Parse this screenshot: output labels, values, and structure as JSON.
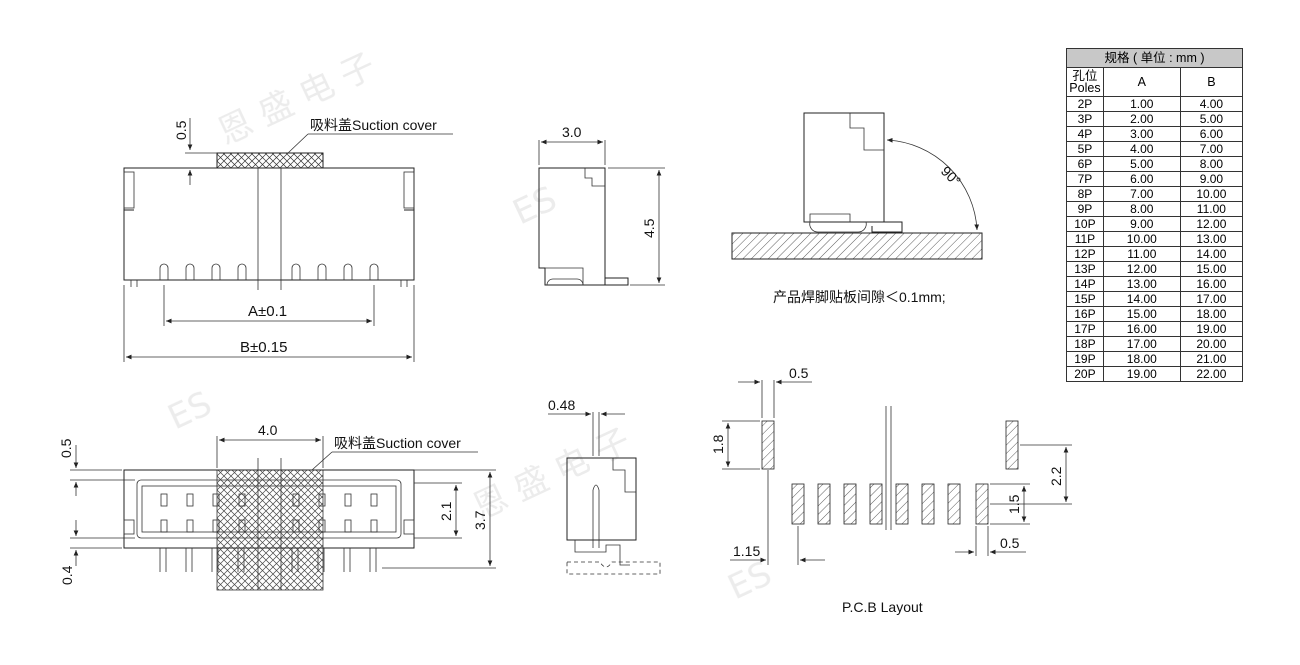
{
  "top_view": {
    "dim_cover_thickness": "0.5",
    "suction_cover_label": "吸料盖Suction cover",
    "dim_a": "A±0.1",
    "dim_b": "B±0.15"
  },
  "side_view": {
    "dim_width": "3.0",
    "dim_height": "4.5"
  },
  "angle_view": {
    "angle_label": "90°",
    "note": "产品焊脚贴板间隙＜0.1mm;"
  },
  "bottom_view": {
    "dim_top": "0.5",
    "dim_pitch_span": "4.0",
    "suction_cover_label": "吸料盖Suction cover",
    "dim_row": "2.1",
    "dim_total": "3.7",
    "dim_bottom": "0.4"
  },
  "section_view": {
    "dim_pin": "0.48"
  },
  "pcb_layout": {
    "dim_pad_w": "0.5",
    "dim_pad_h": "1.8",
    "dim_edge": "1.15",
    "dim_gap": "2.2",
    "dim_row_pitch": "1.5",
    "dim_small_pad": "0.5",
    "title": "P.C.B Layout"
  },
  "spec_table": {
    "title": "规格 ( 单位 : mm )",
    "col_poles": "孔位 Poles",
    "col_a": "A",
    "col_b": "B",
    "rows": [
      {
        "poles": "2P",
        "a": "1.00",
        "b": "4.00"
      },
      {
        "poles": "3P",
        "a": "2.00",
        "b": "5.00"
      },
      {
        "poles": "4P",
        "a": "3.00",
        "b": "6.00"
      },
      {
        "poles": "5P",
        "a": "4.00",
        "b": "7.00"
      },
      {
        "poles": "6P",
        "a": "5.00",
        "b": "8.00"
      },
      {
        "poles": "7P",
        "a": "6.00",
        "b": "9.00"
      },
      {
        "poles": "8P",
        "a": "7.00",
        "b": "10.00"
      },
      {
        "poles": "9P",
        "a": "8.00",
        "b": "11.00"
      },
      {
        "poles": "10P",
        "a": "9.00",
        "b": "12.00"
      },
      {
        "poles": "11P",
        "a": "10.00",
        "b": "13.00"
      },
      {
        "poles": "12P",
        "a": "11.00",
        "b": "14.00"
      },
      {
        "poles": "13P",
        "a": "12.00",
        "b": "15.00"
      },
      {
        "poles": "14P",
        "a": "13.00",
        "b": "16.00"
      },
      {
        "poles": "15P",
        "a": "14.00",
        "b": "17.00"
      },
      {
        "poles": "16P",
        "a": "15.00",
        "b": "18.00"
      },
      {
        "poles": "17P",
        "a": "16.00",
        "b": "19.00"
      },
      {
        "poles": "18P",
        "a": "17.00",
        "b": "20.00"
      },
      {
        "poles": "19P",
        "a": "18.00",
        "b": "21.00"
      },
      {
        "poles": "20P",
        "a": "19.00",
        "b": "22.00"
      }
    ]
  },
  "watermark": {
    "logo_text": "ES",
    "brand_text": "恩 盛 电 子"
  }
}
